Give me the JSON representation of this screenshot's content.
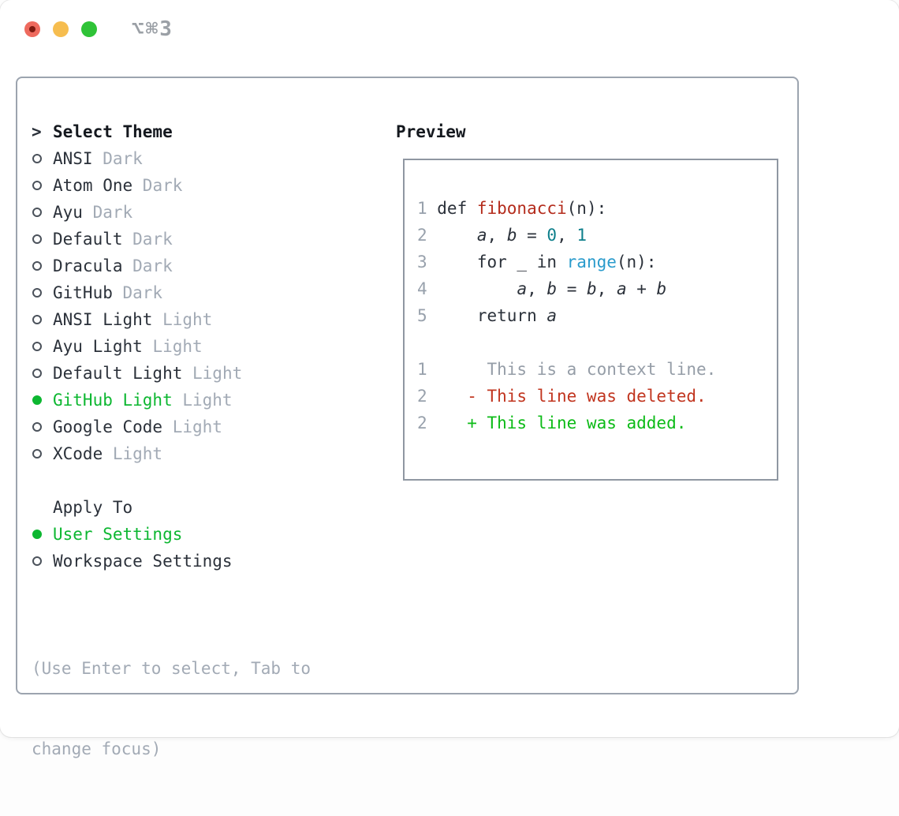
{
  "titlebar": {
    "shortcut_label": "⌥⌘3"
  },
  "panel": {
    "header": {
      "marker": ">",
      "title": "Select Theme"
    },
    "themes": [
      {
        "name": "ANSI",
        "variant": "Dark",
        "selected": false
      },
      {
        "name": "Atom One",
        "variant": "Dark",
        "selected": false
      },
      {
        "name": "Ayu",
        "variant": "Dark",
        "selected": false
      },
      {
        "name": "Default",
        "variant": "Dark",
        "selected": false
      },
      {
        "name": "Dracula",
        "variant": "Dark",
        "selected": false
      },
      {
        "name": "GitHub",
        "variant": "Dark",
        "selected": false
      },
      {
        "name": "ANSI Light",
        "variant": "Light",
        "selected": false
      },
      {
        "name": "Ayu Light",
        "variant": "Light",
        "selected": false
      },
      {
        "name": "Default Light",
        "variant": "Light",
        "selected": false
      },
      {
        "name": "GitHub Light",
        "variant": "Light",
        "selected": true
      },
      {
        "name": "Google Code",
        "variant": "Light",
        "selected": false
      },
      {
        "name": "XCode",
        "variant": "Light",
        "selected": false
      }
    ],
    "apply_to": {
      "title": "Apply To",
      "options": [
        {
          "label": "User Settings",
          "selected": true
        },
        {
          "label": "Workspace Settings",
          "selected": false
        }
      ]
    },
    "hint": [
      "(Use Enter to select, Tab to",
      "change focus)"
    ]
  },
  "preview": {
    "title": "Preview",
    "lines": [
      {
        "num": "1",
        "segments": [
          {
            "text": "def ",
            "style": "plain"
          },
          {
            "text": "fibonacci",
            "style": "function"
          },
          {
            "text": "(n):",
            "style": "plain"
          }
        ]
      },
      {
        "num": "2",
        "segments": [
          {
            "text": "    ",
            "style": "plain"
          },
          {
            "text": "a",
            "style": "variable"
          },
          {
            "text": ", ",
            "style": "plain"
          },
          {
            "text": "b",
            "style": "variable"
          },
          {
            "text": " = ",
            "style": "plain"
          },
          {
            "text": "0",
            "style": "number"
          },
          {
            "text": ", ",
            "style": "plain"
          },
          {
            "text": "1",
            "style": "number"
          }
        ]
      },
      {
        "num": "3",
        "segments": [
          {
            "text": "    for _ in ",
            "style": "plain"
          },
          {
            "text": "range",
            "style": "builtin"
          },
          {
            "text": "(n):",
            "style": "plain"
          }
        ]
      },
      {
        "num": "4",
        "segments": [
          {
            "text": "        ",
            "style": "plain"
          },
          {
            "text": "a",
            "style": "variable"
          },
          {
            "text": ", ",
            "style": "plain"
          },
          {
            "text": "b",
            "style": "variable"
          },
          {
            "text": " = ",
            "style": "plain"
          },
          {
            "text": "b",
            "style": "variable"
          },
          {
            "text": ", ",
            "style": "plain"
          },
          {
            "text": "a",
            "style": "variable"
          },
          {
            "text": " + ",
            "style": "plain"
          },
          {
            "text": "b",
            "style": "variable"
          }
        ]
      },
      {
        "num": "5",
        "segments": [
          {
            "text": "    return ",
            "style": "plain"
          },
          {
            "text": "a",
            "style": "variable"
          }
        ]
      },
      {
        "num": "",
        "segments": []
      },
      {
        "num": "1",
        "segments": [
          {
            "text": "     This is a context line.",
            "style": "context"
          }
        ]
      },
      {
        "num": "2",
        "segments": [
          {
            "text": "   - This line was deleted.",
            "style": "deleted"
          }
        ]
      },
      {
        "num": "2",
        "segments": [
          {
            "text": "   + This line was added.",
            "style": "added"
          }
        ]
      }
    ]
  },
  "colors": {
    "text_dark": "#2b313a",
    "heading_dark": "#14181e",
    "text_muted": "#a2aab5",
    "line_number": "#98a1ac",
    "radio_ring": "#4b525b",
    "accent_green": "#0db731",
    "added_green": "#0cbb17",
    "function_red": "#b42c1c",
    "deleted_red": "#c1351f",
    "number_teal": "#0e7f8b",
    "builtin_cyan": "#2a9bcc",
    "context_gray": "#959da7",
    "code_plain": "#2b313a",
    "panel_border": "#9ca4af",
    "preview_border": "#8f97a2",
    "titlebar_gray": "#9ba0a6",
    "light_red": "#ee6a5e",
    "light_red_dot": "#7d1a10",
    "light_yellow": "#f6bd4f",
    "light_green": "#2fc337"
  }
}
